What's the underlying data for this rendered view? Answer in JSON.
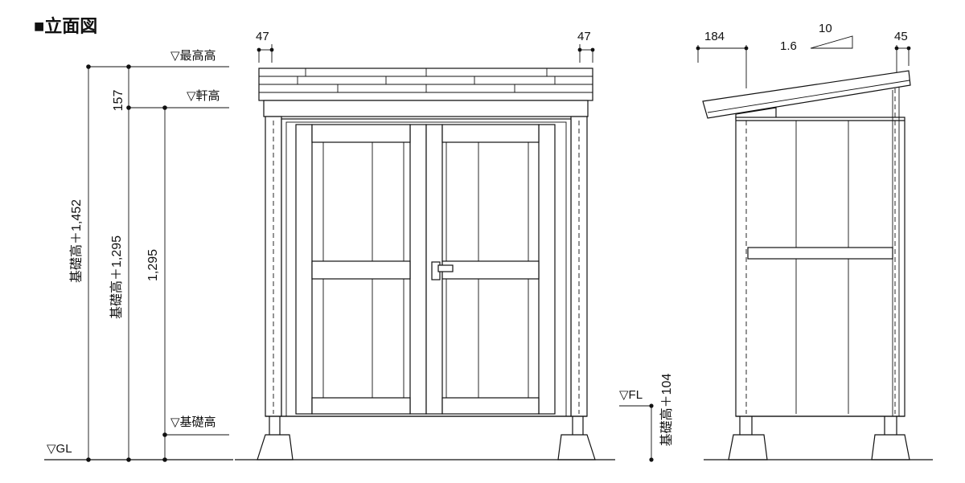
{
  "title": "■立面図",
  "front": {
    "dim_left_top": "47",
    "dim_right_top": "47",
    "level_max": "▽最高高",
    "level_eave": "▽軒高",
    "level_found": "▽基礎高",
    "level_gl": "▽GL",
    "dim_157": "157",
    "dim_total": "基礎高＋1,452",
    "dim_eave": "基礎高＋1,295",
    "dim_1295": "1,295"
  },
  "side": {
    "level_fl": "▽FL",
    "dim_fl": "基礎高＋104",
    "dim_184": "184",
    "dim_45": "45",
    "slope_run": "10",
    "slope_rise": "1.6"
  }
}
